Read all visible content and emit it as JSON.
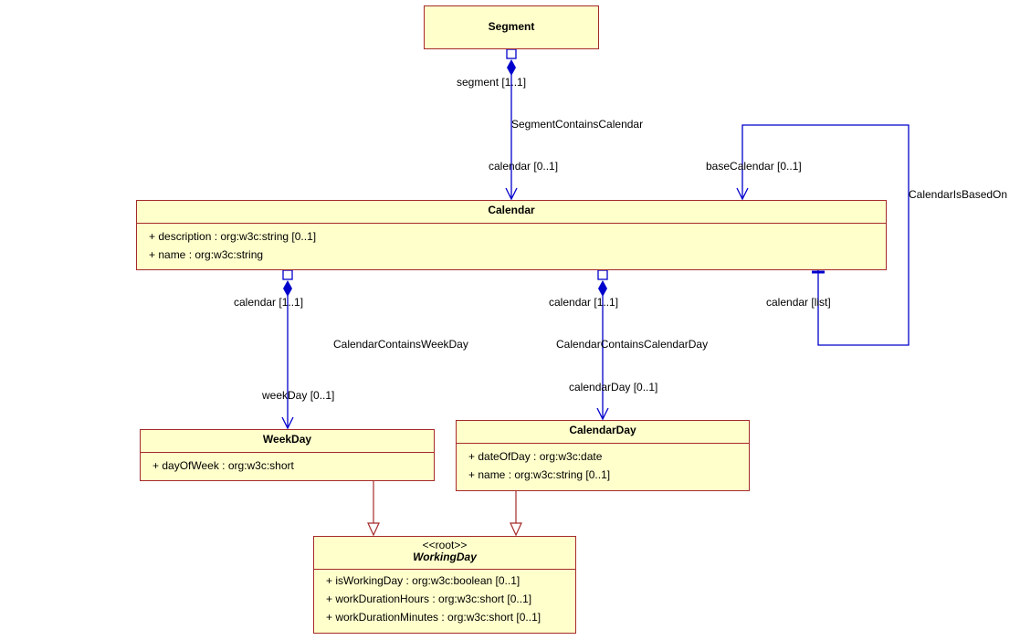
{
  "classes": {
    "segment": {
      "name": "Segment"
    },
    "calendar": {
      "name": "Calendar",
      "attributes": [
        "+ description : org:w3c:string [0..1]",
        "+ name : org:w3c:string"
      ]
    },
    "weekday": {
      "name": "WeekDay",
      "attributes": [
        "+ dayOfWeek : org:w3c:short"
      ]
    },
    "calendarday": {
      "name": "CalendarDay",
      "attributes": [
        "+ dateOfDay : org:w3c:date",
        "+ name : org:w3c:string [0..1]"
      ]
    },
    "workingday": {
      "stereotype": "<<root>>",
      "name": "WorkingDay",
      "attributes": [
        "+ isWorkingDay : org:w3c:boolean [0..1]",
        "+ workDurationHours : org:w3c:short [0..1]",
        "+ workDurationMinutes : org:w3c:short [0..1]"
      ]
    }
  },
  "associations": {
    "segment_contains_calendar": {
      "name": "SegmentContainsCalendar",
      "source_role": "segment [1..1]",
      "target_role": "calendar [0..1]"
    },
    "calendar_is_based_on": {
      "name": "CalendarIsBasedOn",
      "source_role": "calendar [list]",
      "target_role": "baseCalendar [0..1]"
    },
    "calendar_contains_weekday": {
      "name": "CalendarContainsWeekDay",
      "source_role": "calendar [1..1]",
      "target_role": "weekDay [0..1]"
    },
    "calendar_contains_calendarday": {
      "name": "CalendarContainsCalendarDay",
      "source_role": "calendar [1..1]",
      "target_role": "calendarDay [0..1]"
    }
  },
  "colors": {
    "association": "#0000cc",
    "generalization": "#a52a2a",
    "class_fill": "#ffffcc",
    "class_border": "#a52a2a"
  }
}
